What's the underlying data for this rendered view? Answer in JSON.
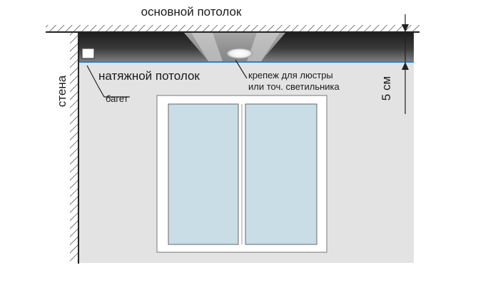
{
  "labels": {
    "main_ceiling": "основной потолок",
    "stretch_ceiling": "натяжной потолок",
    "wall": "стена",
    "baguette": "багет",
    "mount_line1": "крепеж для люстры",
    "mount_line2": "или точ. светильника",
    "gap": "5 см"
  },
  "colors": {
    "wall_fill": "#e3e3e3",
    "ceiling_dark": "#2a2a2a",
    "stretch_line": "#2f7fc8",
    "glass": "#c9dde6",
    "frame": "#ffffff",
    "outline": "#555555"
  }
}
